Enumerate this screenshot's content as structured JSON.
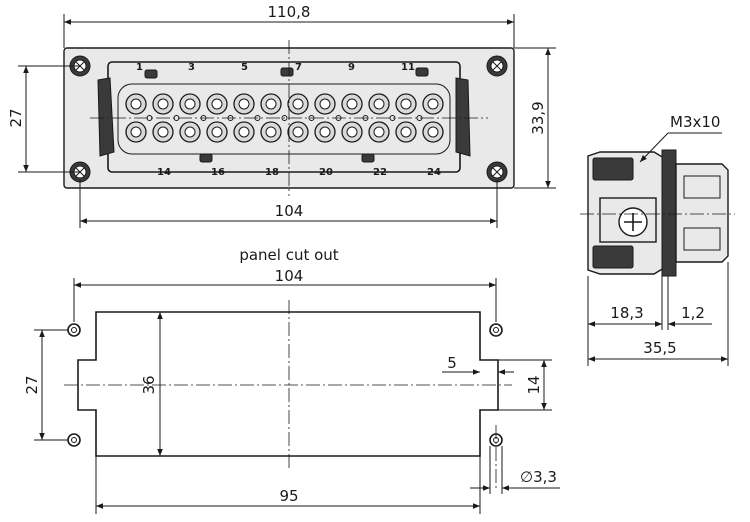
{
  "front_view": {
    "dim_overall_width": "110,8",
    "dim_mounting_width": "104",
    "dim_height_outer": "33,9",
    "dim_height_inner": "27",
    "pins_top": [
      "1",
      "3",
      "5",
      "7",
      "9",
      "11"
    ],
    "pins_bottom": [
      "14",
      "16",
      "18",
      "20",
      "22",
      "24"
    ]
  },
  "side_view": {
    "screw_label": "M3x10",
    "dim_body_depth": "18,3",
    "dim_flange": "1,2",
    "dim_total_depth": "35,5"
  },
  "panel_cut_out": {
    "title": "panel cut out",
    "dim_hole_pitch": "104",
    "dim_opening_width": "95",
    "dim_opening_height": "36",
    "dim_hole_vertical": "27",
    "dim_notch_depth": "5",
    "dim_notch_height": "14",
    "dim_hole_diameter": "∅3,3"
  },
  "colors": {
    "line": "#1a1a1a",
    "body_fill": "#e9e9e9",
    "pin_fill": "#d9d9d9"
  }
}
